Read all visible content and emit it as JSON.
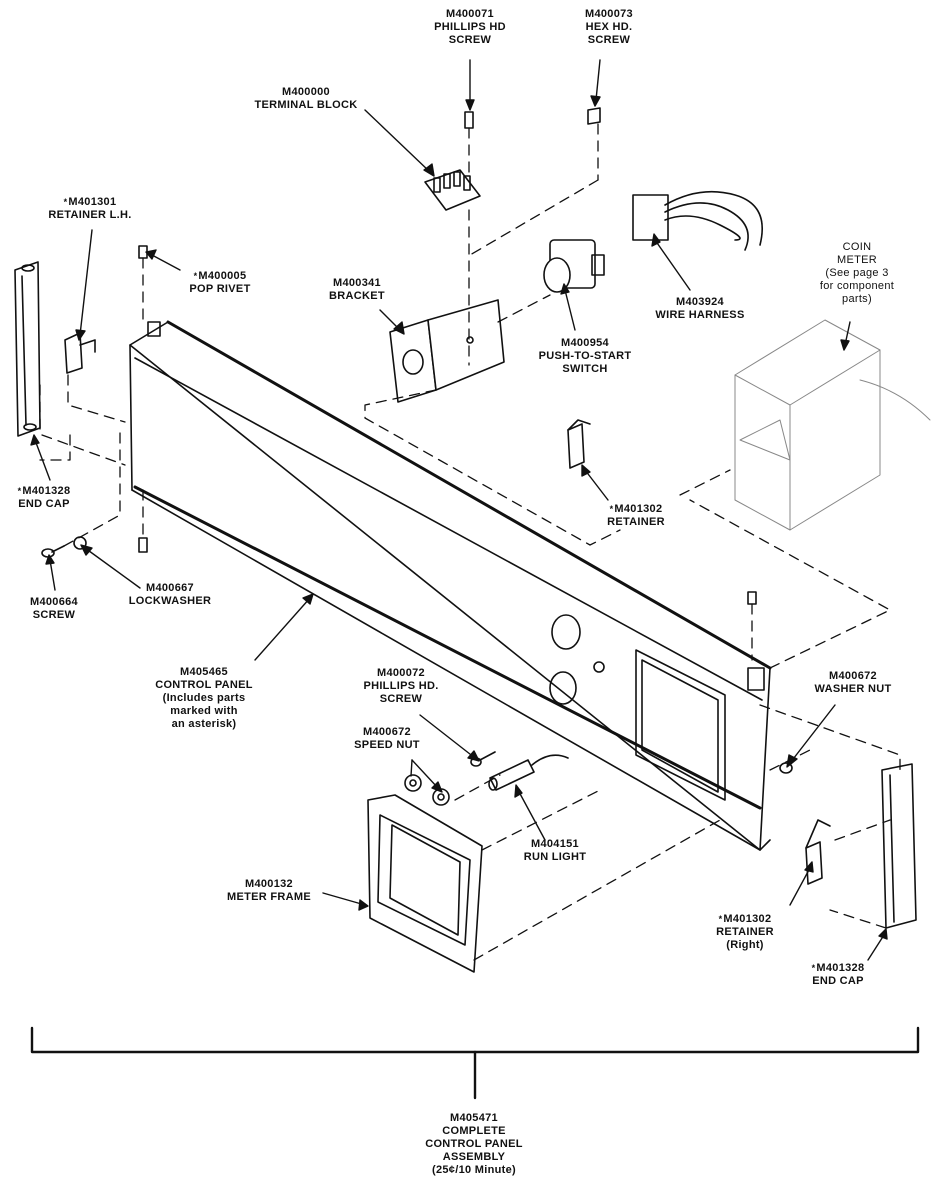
{
  "parts": [
    {
      "id": "screw-71",
      "lines": [
        "M400071",
        "PHILLIPS HD",
        "SCREW"
      ],
      "star": false
    },
    {
      "id": "screw-73",
      "lines": [
        "M400073",
        "HEX HD.",
        "SCREW"
      ],
      "star": false
    },
    {
      "id": "terminal-block",
      "lines": [
        "M400000",
        "TERMINAL BLOCK"
      ],
      "star": false
    },
    {
      "id": "retainer-lh",
      "lines": [
        "M401301",
        "RETAINER L.H."
      ],
      "star": true
    },
    {
      "id": "pop-rivet",
      "lines": [
        "M400005",
        "POP RIVET"
      ],
      "star": true
    },
    {
      "id": "bracket",
      "lines": [
        "M400341",
        "BRACKET"
      ],
      "star": false
    },
    {
      "id": "switch",
      "lines": [
        "M400954",
        "PUSH-TO-START",
        "SWITCH"
      ],
      "star": false
    },
    {
      "id": "wire-harness",
      "lines": [
        "M403924",
        "WIRE HARNESS"
      ],
      "star": false
    },
    {
      "id": "coin-meter",
      "lines": [
        "COIN",
        "METER",
        "(See page 3",
        "for component",
        "parts)"
      ],
      "star": false
    },
    {
      "id": "end-cap-left",
      "lines": [
        "M401328",
        "END CAP"
      ],
      "star": true
    },
    {
      "id": "retainer-mid",
      "lines": [
        "M401302",
        "RETAINER"
      ],
      "star": true
    },
    {
      "id": "screw-64",
      "lines": [
        "M400664",
        "SCREW"
      ],
      "star": false
    },
    {
      "id": "lockwasher",
      "lines": [
        "M400667",
        "LOCKWASHER"
      ],
      "star": false
    },
    {
      "id": "control-panel",
      "lines": [
        "M405465",
        "CONTROL PANEL",
        "(Includes parts",
        "marked with",
        "an asterisk)"
      ],
      "star": false
    },
    {
      "id": "screw-72",
      "lines": [
        "M400072",
        "PHILLIPS HD.",
        "SCREW"
      ],
      "star": false
    },
    {
      "id": "washer-nut",
      "lines": [
        "M400672",
        "WASHER NUT"
      ],
      "star": false
    },
    {
      "id": "speed-nut",
      "lines": [
        "M400672",
        "SPEED NUT"
      ],
      "star": false
    },
    {
      "id": "run-light",
      "lines": [
        "M404151",
        "RUN LIGHT"
      ],
      "star": false
    },
    {
      "id": "meter-frame",
      "lines": [
        "M400132",
        "METER FRAME"
      ],
      "star": false
    },
    {
      "id": "retainer-right",
      "lines": [
        "M401302",
        "RETAINER",
        "(Right)"
      ],
      "star": true
    },
    {
      "id": "end-cap-right",
      "lines": [
        "M401328",
        "END CAP"
      ],
      "star": true
    },
    {
      "id": "assembly",
      "lines": [
        "M405471",
        "COMPLETE",
        "CONTROL PANEL",
        "ASSEMBLY",
        "(25¢/10 Minute)"
      ],
      "star": false
    }
  ]
}
